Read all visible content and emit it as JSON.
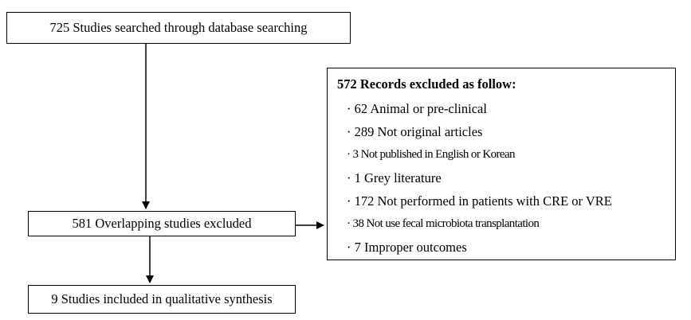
{
  "search_box": {
    "text": "725 Studies searched through database searching"
  },
  "overlap_box": {
    "text": "581 Overlapping studies excluded"
  },
  "included_box": {
    "text": "9 Studies included in qualitative synthesis"
  },
  "excluded_box": {
    "title": "572 Records excluded as follow:",
    "items": [
      "· 62 Animal or pre-clinical",
      "· 289 Not original articles",
      "· 3 Not published in English or Korean",
      "· 1 Grey literature",
      "· 172 Not performed in patients with CRE or VRE",
      "· 38 Not use fecal microbiota transplantation",
      "· 7 Improper outcomes"
    ]
  }
}
